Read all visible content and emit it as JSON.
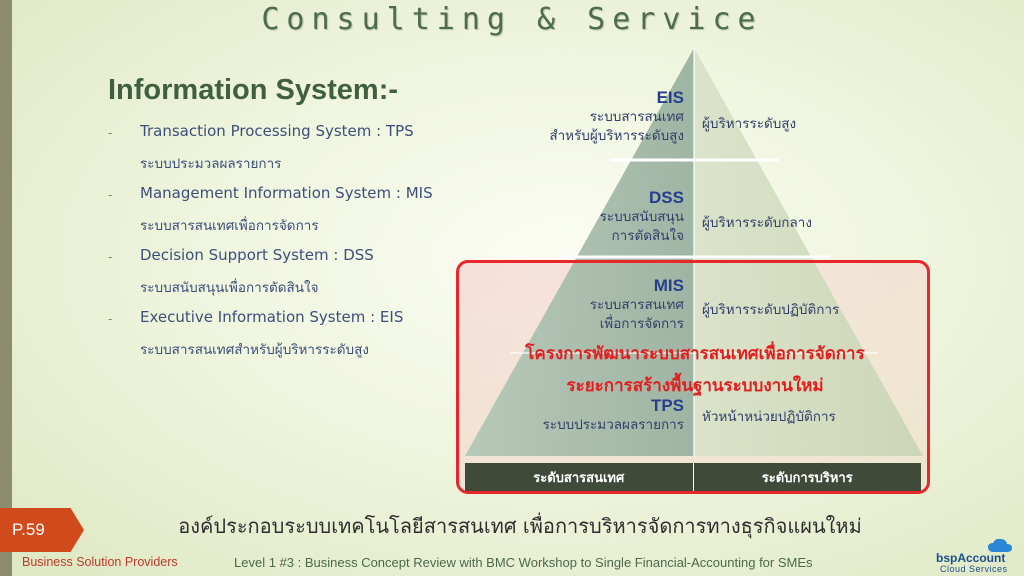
{
  "title": "Consulting & Service",
  "heading": "Information System:-",
  "list": [
    {
      "bullet": "-",
      "en": "Transaction Processing System : TPS",
      "th": "ระบบประมวลผลรายการ"
    },
    {
      "bullet": "-",
      "en": "Management Information System : MIS",
      "th": "ระบบสารสนเทศเพื่อการจัดการ"
    },
    {
      "bullet": "-",
      "en": "Decision Support System : DSS",
      "th": "ระบบสนับสนุนเพื่อการตัดสินใจ"
    },
    {
      "bullet": "-",
      "en": "Executive Information System : EIS",
      "th": "ระบบสารสนเทศสำหรับผู้บริหารระดับสูง"
    }
  ],
  "pyramid": {
    "eis": {
      "abbr": "EIS",
      "desc1": "ระบบสารสนเทศ",
      "desc2": "สำหรับผู้บริหารระดับสูง",
      "level": "ผู้บริหารระดับสูง"
    },
    "dss": {
      "abbr": "DSS",
      "desc1": "ระบบสนับสนุน",
      "desc2": "การตัดสินใจ",
      "level": "ผู้บริหารระดับกลาง"
    },
    "mis": {
      "abbr": "MIS",
      "desc1": "ระบบสารสนเทศ",
      "desc2": "เพื่อการจัดการ",
      "level": "ผู้บริหารระดับปฏิบัติการ"
    },
    "tps": {
      "abbr": "TPS",
      "desc1": "ระบบประมวลผลรายการ",
      "level": "หัวหน้าหน่วยปฏิบัติการ"
    },
    "highlight1": "โครงการพัฒนาระบบสารสนเทศเพื่อการจัดการ",
    "highlight2": "ระยะการสร้างพื้นฐานระบบงานใหม่",
    "footer_left": "ระดับสารสนเทศ",
    "footer_right": "ระดับการบริหาร"
  },
  "page_label": "P.59",
  "subtitle": "องค์ประกอบระบบเทคโนโลยีสารสนเทศ เพื่อการบริหารจัดการทางธุรกิจแผนใหม่",
  "company": "Business Solution Providers",
  "level_text": "Level 1 #3 : Business Concept Review with BMC Workshop to Single Financial-Accounting for SMEs",
  "logo": {
    "name": "bspAccount",
    "sub": "Cloud Services"
  },
  "colors": {
    "accent_red": "#e8272b",
    "badge": "#d04a1c",
    "pyramid_left": "#9fb6a6",
    "pyramid_right": "#d2dcc0"
  }
}
